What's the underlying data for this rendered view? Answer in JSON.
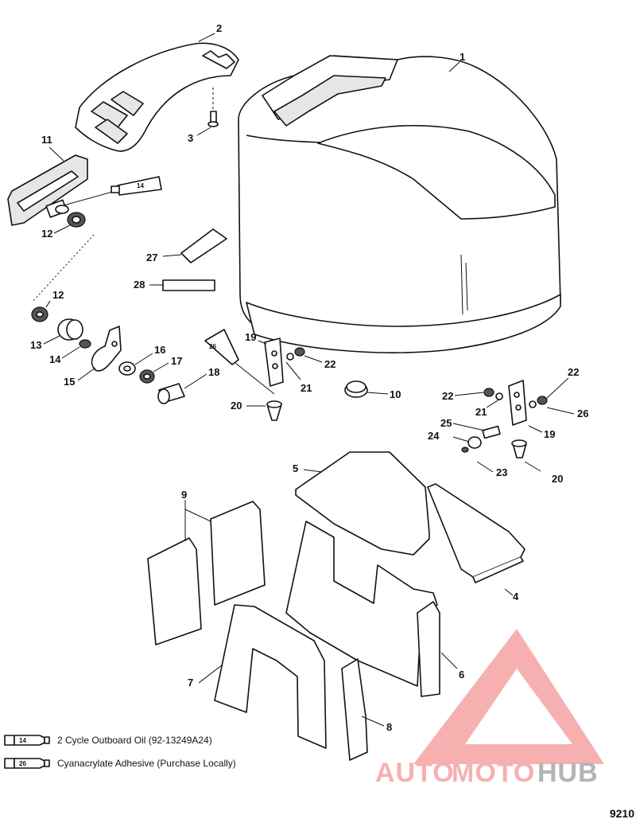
{
  "callouts": [
    "1",
    "2",
    "3",
    "4",
    "5",
    "6",
    "7",
    "8",
    "9",
    "10",
    "11",
    "12",
    "12",
    "13",
    "14",
    "15",
    "16",
    "17",
    "18",
    "19",
    "19",
    "20",
    "20",
    "21",
    "21",
    "22",
    "22",
    "22",
    "23",
    "24",
    "25",
    "26",
    "27",
    "28"
  ],
  "legend": [
    {
      "tube": "14",
      "text": "2 Cycle Outboard Oil (92-13249A24)"
    },
    {
      "tube": "26",
      "text": "Cyanacrylate Adhesive (Purchase Locally)"
    }
  ],
  "tube_labels": {
    "part14": "14",
    "part26": "26"
  },
  "watermark": {
    "auto": "AUTO",
    "moto": "MOTO",
    "hub": "HUB",
    "color_main": "#f5a3a3",
    "color_hub": "#a8a8a8"
  },
  "figure_number": "9210"
}
